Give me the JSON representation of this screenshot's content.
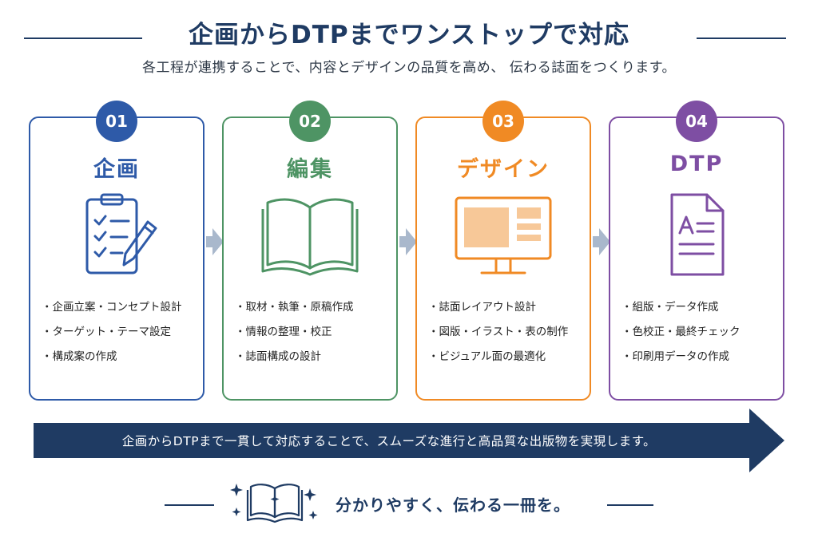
{
  "header": {
    "title": "企画からDTPまでワンストップで対応",
    "subtitle": "各工程が連携することで、内容とデザインの品質を高め、 伝わる誌面をつくります。"
  },
  "steps": [
    {
      "number": "01",
      "title": "企画",
      "color": "#2e5aa8",
      "icon": "clipboard-checklist-pencil-icon",
      "items": [
        "企画立案・コンセプト設計",
        "ターゲット・テーマ設定",
        "構成案の作成"
      ]
    },
    {
      "number": "02",
      "title": "編集",
      "color": "#4e9464",
      "icon": "open-book-icon",
      "items": [
        "取材・執筆・原稿作成",
        "情報の整理・校正",
        "誌面構成の設計"
      ]
    },
    {
      "number": "03",
      "title": "デザイン",
      "color": "#f08a24",
      "icon": "monitor-layout-icon",
      "items": [
        "誌面レイアウト設計",
        "図版・イラスト・表の制作",
        "ビジュアル面の最適化"
      ]
    },
    {
      "number": "04",
      "title": "DTP",
      "color": "#7e4ea3",
      "icon": "document-text-icon",
      "items": [
        "組版・データ作成",
        "色校正・最終チェック",
        "印刷用データの作成"
      ]
    }
  ],
  "banner": {
    "text": "企画からDTPまで一貫して対応することで、スムーズな進行と高品質な出版物を実現します。",
    "color": "#1f3b63"
  },
  "footer": {
    "tagline": "分かりやすく、伝わる一冊を。",
    "icon": "sparkle-book-icon"
  },
  "arrow_color": "#a9b8cc"
}
